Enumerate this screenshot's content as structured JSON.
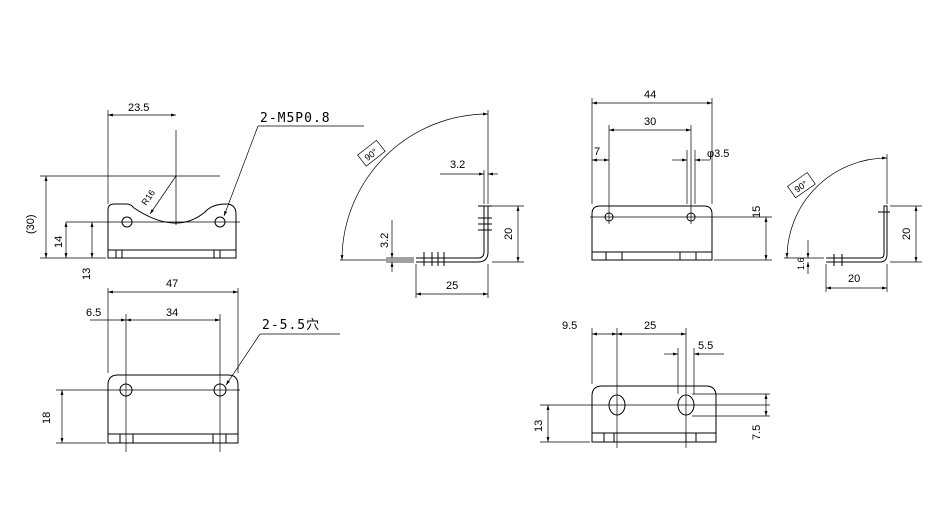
{
  "colors": {
    "line": "#000000",
    "background": "#ffffff"
  },
  "view_a": {
    "dim_23_5": "23.5",
    "note_thread": "2-M5P0.8",
    "dim_r16": "R16",
    "dim_30_paren": "(30)",
    "dim_14": "14",
    "dim_13": "13"
  },
  "view_b": {
    "dim_47": "47",
    "dim_6_5": "6.5",
    "dim_34": "34",
    "note_holes": "2-5.5穴",
    "dim_18": "18"
  },
  "view_c": {
    "dim_90deg": "90°",
    "dim_3_2_top": "3.2",
    "dim_3_2_left": "3.2",
    "dim_20": "20",
    "dim_25": "25"
  },
  "view_d": {
    "dim_44": "44",
    "dim_30": "30",
    "dim_7": "7",
    "dim_phi3_5": "φ3.5",
    "dim_15": "15"
  },
  "view_e": {
    "dim_9_5": "9.5",
    "dim_25": "25",
    "dim_5_5": "5.5",
    "dim_13": "13",
    "dim_7_5": "7.5"
  },
  "view_f": {
    "dim_90deg": "90°",
    "dim_20_vert": "20",
    "dim_1_6": "1.6",
    "dim_20_horiz": "20"
  }
}
